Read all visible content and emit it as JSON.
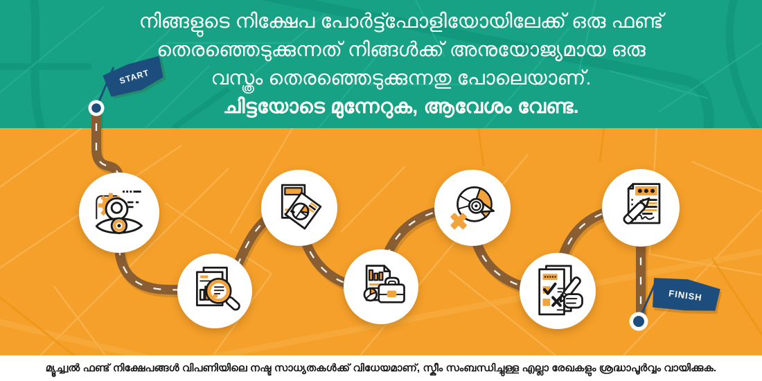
{
  "banner": {
    "headline_lines": [
      "നിങ്ങളുടെ നിക്ഷേപ പോർട്ട്ഫോളിയോയിലേക്ക് ഒരു ഫണ്ട്",
      "തെരഞ്ഞെടുക്കുന്നത് നിങ്ങൾക്ക് അനുയോജ്യമായ ഒരു",
      "വസ്ത്രം തെരഞ്ഞെടുക്കുന്നതു പോലെയാണ്.",
      "ചിട്ടയോടെ മുന്നേറുക, ആവേശം വേണ്ട."
    ]
  },
  "journey": {
    "start_label": "START",
    "finish_label": "FINISH",
    "steps": [
      {
        "icon": "goal-vision-icon"
      },
      {
        "icon": "research-magnifier-icon"
      },
      {
        "icon": "reports-pie-icon"
      },
      {
        "icon": "portfolio-briefcase-icon"
      },
      {
        "icon": "risk-meter-icon"
      },
      {
        "icon": "checklist-signing-icon"
      },
      {
        "icon": "document-sign-icon"
      }
    ]
  },
  "footer": {
    "disclaimer": "മ്യൂച്ച്വൽ ഫണ്ട് നിക്ഷേപങ്ങൾ വിപണിയിലെ നഷ്ട സാധ്യതകൾക്ക് വിധേയമാണ്, സ്കീം സംബന്ധിച്ചുള്ള എല്ലാ രേഖകളും ശ്രദ്ധാപൂർവ്വം വായിക്കുക."
  },
  "colors": {
    "banner_green": "#17a286",
    "map_green_light": "#2cb496",
    "map_green_dark": "#0f9076",
    "orange_base": "#f5a02a",
    "map_orange_light": "#f9b451",
    "map_orange_dark": "#eb9314",
    "road_brown": "#8a5e33",
    "flag_navy": "#1d4d7c",
    "icon_accent": "#f2a33c",
    "icon_stroke": "#1a1a1a"
  }
}
